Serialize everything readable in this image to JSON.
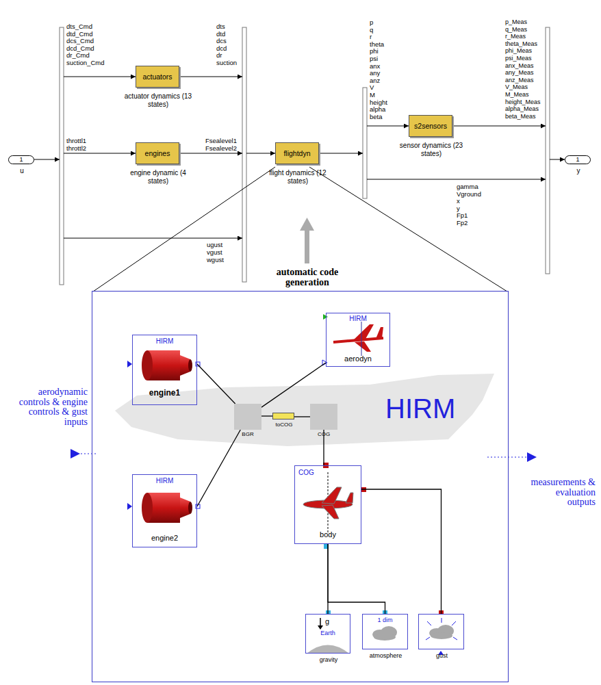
{
  "diagram": {
    "nodes": [
      {
        "text": [
          "1",
          "u"
        ]
      },
      {
        "text": [
          "actuators",
          "actuator dynamics (13 states)"
        ]
      },
      {
        "text": [
          "engines",
          "engine dynamic (4 states)"
        ]
      },
      {
        "text": [
          "flightdyn",
          "flight dynamics (12 states)"
        ]
      },
      {
        "text": [
          "s2sensors",
          "sensor dynamics (23 states)"
        ]
      },
      {
        "text": [
          "1",
          "y"
        ]
      },
      {
        "text": [
          "HIRM"
        ]
      },
      {
        "text": [
          "HIRM",
          "engine1"
        ],
        "in": 6
      },
      {
        "text": [
          "HIRM",
          "aerodyn"
        ],
        "in": 6
      },
      {
        "text": [
          "BGR"
        ],
        "in": 6
      },
      {
        "text": [
          "toCOG"
        ],
        "in": 6
      },
      {
        "text": [
          "COG"
        ],
        "in": 6
      },
      {
        "text": [
          "HIRM",
          "engine2"
        ],
        "in": 6
      },
      {
        "text": [
          "COG",
          "body"
        ],
        "in": 6
      },
      {
        "text": [
          "g",
          "Earth",
          "gravity"
        ],
        "in": 6
      },
      {
        "text": [
          "1 dim",
          "atmosphere"
        ],
        "in": 6
      },
      {
        "text": [
          "gust"
        ],
        "in": 6
      }
    ],
    "edges": [
      {
        "from": 7,
        "to": 9,
        "arrow": "none"
      },
      {
        "from": 12,
        "to": 9,
        "arrow": "none"
      },
      {
        "from": 8,
        "to": 9,
        "arrow": "none"
      },
      {
        "from": 9,
        "to": 10,
        "arrow": "none"
      },
      {
        "from": 10,
        "to": 11,
        "arrow": "none"
      },
      {
        "from": 11,
        "to": 13,
        "arrow": "none"
      },
      {
        "from": 13,
        "to": 14,
        "arrow": "none"
      },
      {
        "from": 13,
        "to": 15,
        "arrow": "none"
      },
      {
        "from": 13,
        "to": 16,
        "arrow": "none"
      }
    ],
    "labels": [
      "dts_Cmd",
      "dtd_Cmd",
      "dcs_Cmd",
      "dcd_Cmd",
      "dr_Cmd",
      "suction_Cmd",
      "dts",
      "dtd",
      "dcs",
      "dcd",
      "dr",
      "suction",
      "throttl1",
      "throttl2",
      "Fsealevel1",
      "Fsealevel2",
      "ugust",
      "vgust",
      "wgust",
      "p",
      "q",
      "r",
      "theta",
      "phi",
      "psi",
      "anx",
      "any",
      "anz",
      "V",
      "M",
      "height",
      "alpha",
      "beta",
      "p_Meas",
      "q_Meas",
      "r_Meas",
      "theta_Meas",
      "phi_Meas",
      "psi_Meas",
      "anx_Meas",
      "any_Meas",
      "anz_Meas",
      "V_Meas",
      "M_Meas",
      "height_Meas",
      "alpha_Meas",
      "beta_Meas",
      "gamma",
      "Vground",
      "x",
      "y",
      "Fp1",
      "Fp2",
      "automatic code generation",
      "aerodynamic controls & engine controls & gust inputs",
      "measurements & evaluation outputs"
    ]
  }
}
